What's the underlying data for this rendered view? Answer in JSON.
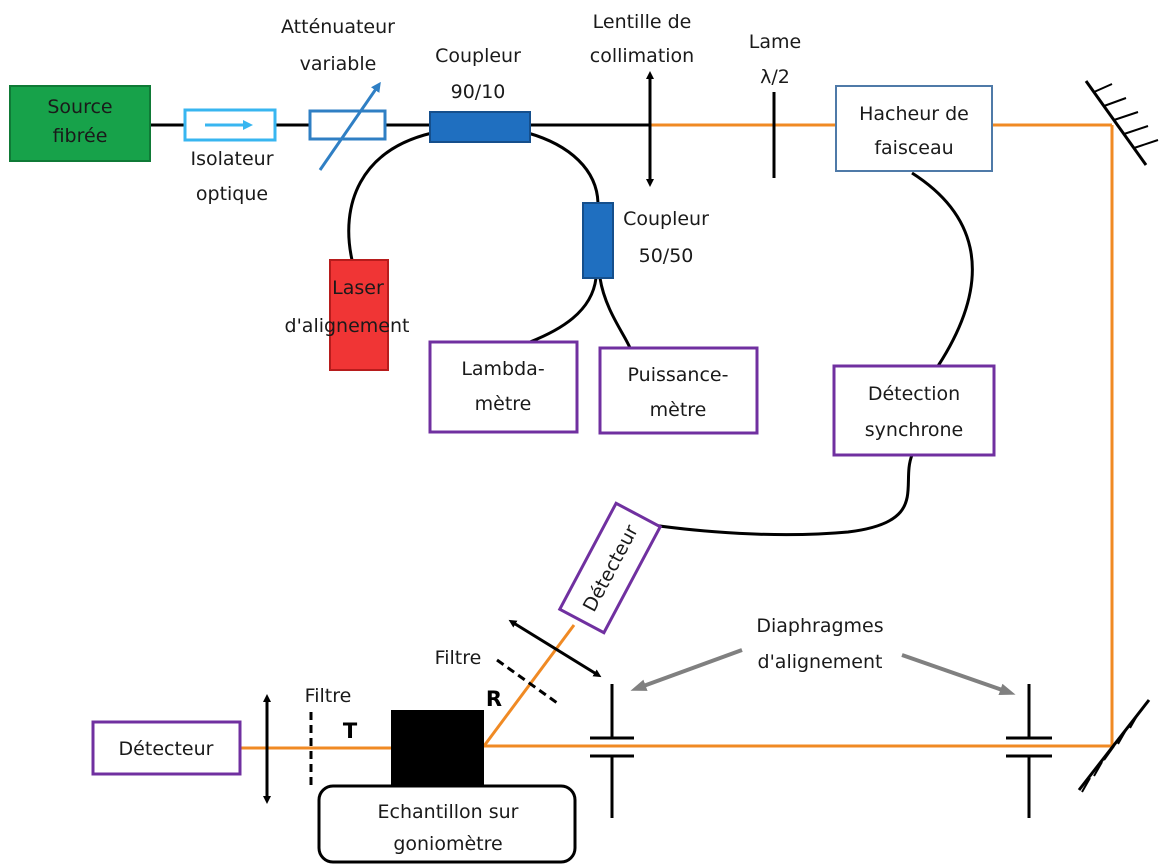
{
  "components": {
    "source": [
      "Source",
      "fibrée"
    ],
    "isolator": [
      "Isolateur",
      "optique"
    ],
    "attenuator": [
      "Atténuateur",
      "variable"
    ],
    "coupler_90_10": [
      "Coupleur",
      "90/10"
    ],
    "collimation_lens": [
      "Lentille de",
      "collimation"
    ],
    "half_wave_plate": [
      "Lame",
      "λ/2"
    ],
    "beam_chopper": [
      "Hacheur de",
      "faisceau"
    ],
    "coupler_50_50": [
      "Coupleur",
      "50/50"
    ],
    "alignment_laser": [
      "Laser",
      "d'alignement"
    ],
    "wavemeter": [
      "Lambda-",
      "mètre"
    ],
    "powermeter": [
      "Puissance-",
      "mètre"
    ],
    "lockin": [
      "Détection",
      "synchrone"
    ],
    "detector_reflection": "Détecteur",
    "detector_transmission": "Détecteur",
    "filter_reflection": "Filtre",
    "filter_transmission": "Filtre",
    "reflection_label": "R",
    "transmission_label": "T",
    "diaphragms": [
      "Diaphragmes",
      "d'alignement"
    ],
    "sample": [
      "Echantillon sur",
      "goniomètre"
    ]
  },
  "colors": {
    "source": "#17a24a",
    "isolator": "#38b6f0",
    "attenuator": "#2f7fc4",
    "coupler": "#1f6fc0",
    "laser": "#f03535",
    "instrument_border": "#7030a0",
    "chopper_border": "#4f7aa8",
    "beam": "#f08a24",
    "fiber": "#000000",
    "pointer_arrow": "#808080"
  }
}
